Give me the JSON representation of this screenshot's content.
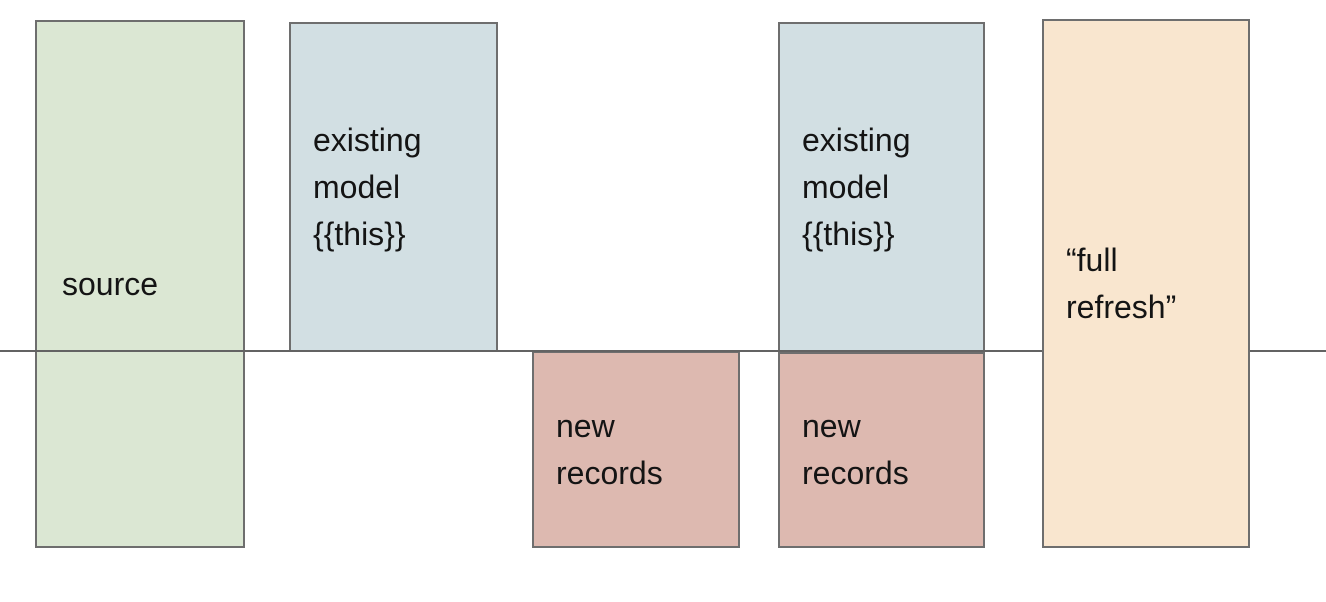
{
  "diagram": {
    "background_color": "#ffffff",
    "baseline": {
      "description": "horizontal divider line crossing full width",
      "color": "#636363"
    },
    "border_color": "#6e6e6e",
    "text_color": "#141414",
    "boxes": [
      {
        "name": "source",
        "label": "source",
        "fill": "#dbe7d3"
      },
      {
        "name": "existing-model-left",
        "label": "existing\nmodel\n{{this}}",
        "fill": "#d2dfe3"
      },
      {
        "name": "new-records-left",
        "label": "new\nrecords",
        "fill": "#ddb9b0"
      },
      {
        "name": "existing-model-right",
        "label": "existing\nmodel\n{{this}}",
        "fill": "#d2dfe3"
      },
      {
        "name": "new-records-right",
        "label": "new\nrecords",
        "fill": "#ddb9b0"
      },
      {
        "name": "full-refresh",
        "label": "“full\nrefresh”",
        "fill": "#f9e6cf"
      }
    ]
  }
}
